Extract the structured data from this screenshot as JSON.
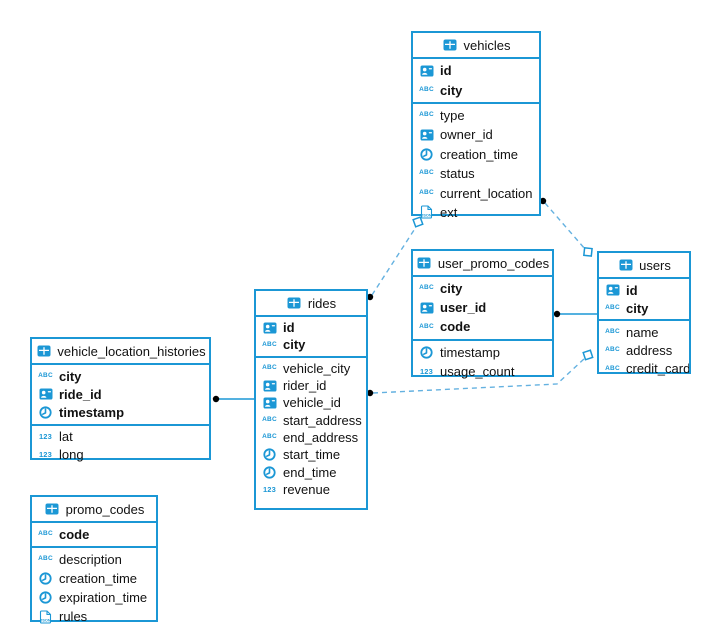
{
  "colors": {
    "accent": "#1b97d5",
    "dash": "#64b1e0",
    "dot": "#000000",
    "text": "#111111"
  },
  "tables": [
    {
      "name": "vehicles",
      "keys": [
        {
          "icon": "id",
          "label": "id"
        },
        {
          "icon": "text",
          "label": "city"
        }
      ],
      "fields": [
        {
          "icon": "text",
          "label": "type"
        },
        {
          "icon": "id",
          "label": "owner_id"
        },
        {
          "icon": "time",
          "label": "creation_time"
        },
        {
          "icon": "text",
          "label": "status"
        },
        {
          "icon": "text",
          "label": "current_location"
        },
        {
          "icon": "json",
          "label": "ext"
        }
      ]
    },
    {
      "name": "user_promo_codes",
      "keys": [
        {
          "icon": "text",
          "label": "city"
        },
        {
          "icon": "id",
          "label": "user_id"
        },
        {
          "icon": "text",
          "label": "code"
        }
      ],
      "fields": [
        {
          "icon": "time",
          "label": "timestamp"
        },
        {
          "icon": "number",
          "label": "usage_count"
        }
      ]
    },
    {
      "name": "users",
      "keys": [
        {
          "icon": "id",
          "label": "id"
        },
        {
          "icon": "text",
          "label": "city"
        }
      ],
      "fields": [
        {
          "icon": "text",
          "label": "name"
        },
        {
          "icon": "text",
          "label": "address"
        },
        {
          "icon": "text",
          "label": "credit_card"
        }
      ]
    },
    {
      "name": "rides",
      "keys": [
        {
          "icon": "id",
          "label": "id"
        },
        {
          "icon": "text",
          "label": "city"
        }
      ],
      "fields": [
        {
          "icon": "text",
          "label": "vehicle_city"
        },
        {
          "icon": "id",
          "label": "rider_id"
        },
        {
          "icon": "id",
          "label": "vehicle_id"
        },
        {
          "icon": "text",
          "label": "start_address"
        },
        {
          "icon": "text",
          "label": "end_address"
        },
        {
          "icon": "time",
          "label": "start_time"
        },
        {
          "icon": "time",
          "label": "end_time"
        },
        {
          "icon": "number",
          "label": "revenue"
        }
      ]
    },
    {
      "name": "vehicle_location_histories",
      "keys": [
        {
          "icon": "text",
          "label": "city"
        },
        {
          "icon": "id",
          "label": "ride_id"
        },
        {
          "icon": "time",
          "label": "timestamp"
        }
      ],
      "fields": [
        {
          "icon": "number",
          "label": "lat"
        },
        {
          "icon": "number",
          "label": "long"
        }
      ]
    },
    {
      "name": "promo_codes",
      "keys": [
        {
          "icon": "text",
          "label": "code"
        }
      ],
      "fields": [
        {
          "icon": "text",
          "label": "description"
        },
        {
          "icon": "time",
          "label": "creation_time"
        },
        {
          "icon": "time",
          "label": "expiration_time"
        },
        {
          "icon": "json",
          "label": "rules"
        }
      ]
    }
  ],
  "icon_legend": {
    "table": "table-icon",
    "id": "id-badge-icon",
    "text": "abc-icon",
    "time": "clock-icon",
    "number": "number-icon",
    "json": "json-icon"
  },
  "icon_text": {
    "text": "ABC",
    "number": "123",
    "json": "JSON"
  },
  "relationships": [
    {
      "from": "vehicle_location_histories",
      "to": "rides",
      "style": "solid"
    },
    {
      "from": "user_promo_codes",
      "to": "users",
      "style": "solid"
    },
    {
      "from": "rides",
      "to": "vehicles",
      "style": "dashed"
    },
    {
      "from": "vehicles",
      "to": "users",
      "style": "dashed"
    },
    {
      "from": "rides",
      "to": "users",
      "style": "dashed"
    }
  ]
}
